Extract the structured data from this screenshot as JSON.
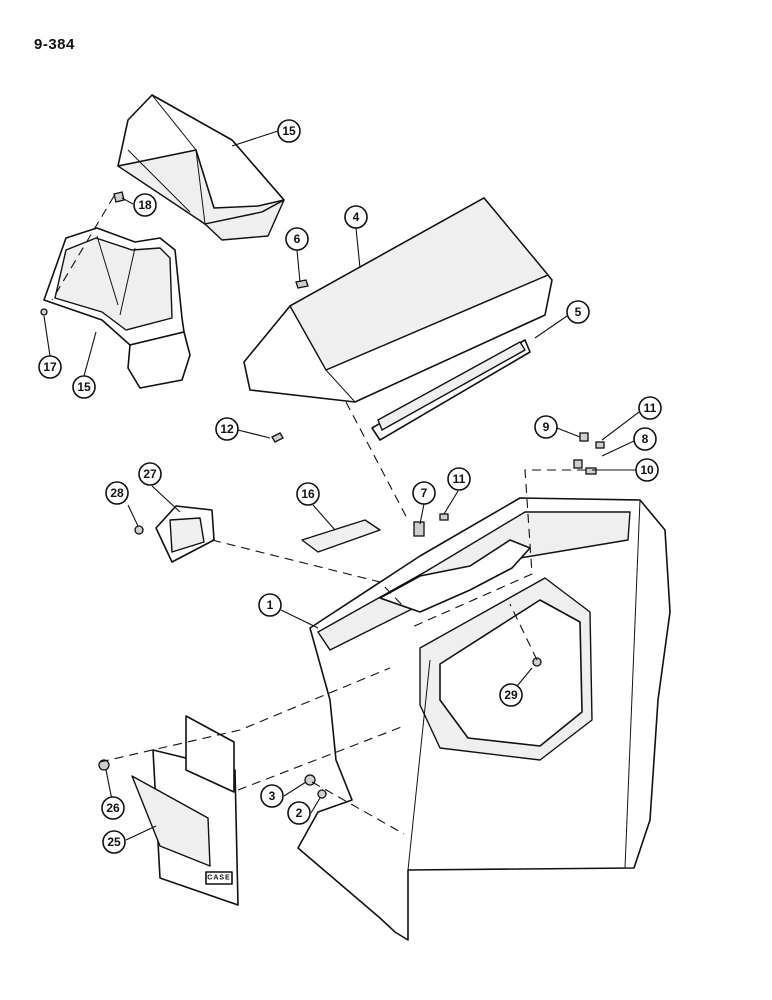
{
  "page_number": "9-384",
  "logo_text": "CASE",
  "callouts": [
    {
      "id": "15a",
      "label": "15"
    },
    {
      "id": "18",
      "label": "18"
    },
    {
      "id": "17",
      "label": "17"
    },
    {
      "id": "15b",
      "label": "15"
    },
    {
      "id": "6",
      "label": "6"
    },
    {
      "id": "4",
      "label": "4"
    },
    {
      "id": "5",
      "label": "5"
    },
    {
      "id": "12",
      "label": "12"
    },
    {
      "id": "9",
      "label": "9"
    },
    {
      "id": "11a",
      "label": "11"
    },
    {
      "id": "8",
      "label": "8"
    },
    {
      "id": "10",
      "label": "10"
    },
    {
      "id": "27",
      "label": "27"
    },
    {
      "id": "28",
      "label": "28"
    },
    {
      "id": "16",
      "label": "16"
    },
    {
      "id": "7",
      "label": "7"
    },
    {
      "id": "11b",
      "label": "11"
    },
    {
      "id": "1",
      "label": "1"
    },
    {
      "id": "29",
      "label": "29"
    },
    {
      "id": "3",
      "label": "3"
    },
    {
      "id": "2",
      "label": "2"
    },
    {
      "id": "26",
      "label": "26"
    },
    {
      "id": "25",
      "label": "25"
    }
  ]
}
